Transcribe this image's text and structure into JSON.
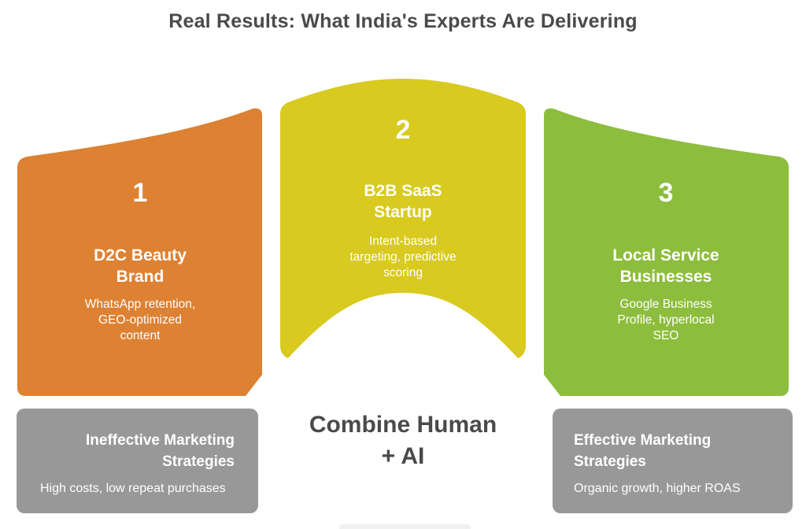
{
  "title": "Real Results: What India's Experts Are Delivering",
  "columns": [
    {
      "number": "1",
      "heading": "D2C Beauty\nBrand",
      "detail": "WhatsApp retention,\nGEO-optimized\ncontent",
      "color": "#DD8133"
    },
    {
      "number": "2",
      "heading": "B2B SaaS\nStartup",
      "detail": "Intent-based\ntargeting, predictive\nscoring",
      "color": "#D8CA1F"
    },
    {
      "number": "3",
      "heading": "Local Service\nBusinesses",
      "detail": "Google Business\nProfile, hyperlocal\nSEO",
      "color": "#8DBD3D"
    }
  ],
  "center_label": "Combine Human\n+ AI",
  "bottom_boxes": [
    {
      "heading": "Ineffective Marketing\nStrategies",
      "detail": "High costs, low repeat purchases"
    },
    {
      "heading": "Effective Marketing\nStrategies",
      "detail": "Organic growth, higher ROAS"
    }
  ],
  "colors": {
    "title_text": "#4A4A4A",
    "card_text": "#FFFFFF",
    "gray_box": "#989898",
    "background": "#FFFFFF",
    "bottom_peek_bar": "#F1F1F1"
  }
}
